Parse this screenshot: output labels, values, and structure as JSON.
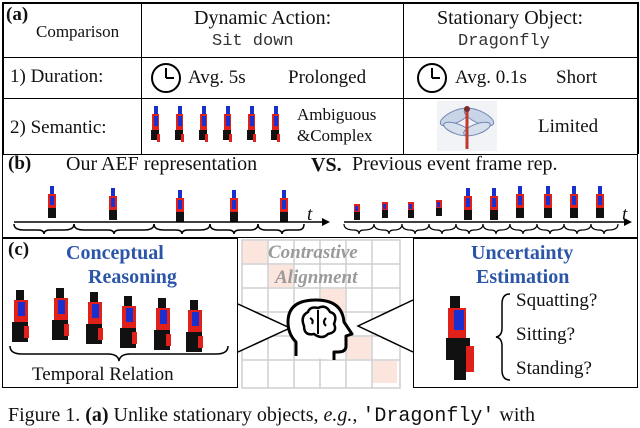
{
  "table": {
    "panel_label": "(a)",
    "header_label": "Comparison",
    "col1_title": "Dynamic Action:",
    "col1_sub": "Sit down",
    "col2_title": "Stationary Object:",
    "col2_sub": "Dragonfly",
    "row1_label": "1) Duration:",
    "row1_col1_time": "Avg. 5s",
    "row1_col1_desc": "Prolonged",
    "row1_col2_time": "Avg. 0.1s",
    "row1_col2_desc": "Short",
    "row2_label": "2) Semantic:",
    "row2_col1_desc_line1": "Ambiguous",
    "row2_col1_desc_line2": "&Complex",
    "row2_col2_desc": "Limited"
  },
  "panel_b": {
    "label": "(b)",
    "left_title": "Our AEF representation",
    "vs": "VS.",
    "right_title": "Previous event frame rep.",
    "axis_label": "t"
  },
  "panel_c": {
    "label": "(c)",
    "left_title_line1": "Conceptual",
    "left_title_line2": "Reasoning",
    "left_caption": "Temporal Relation",
    "center_title_line1": "Contrastive",
    "center_title_line2": "Alignment",
    "right_title_line1": "Uncertainty",
    "right_title_line2": "Estimation",
    "options": [
      "Squatting?",
      "Sitting?",
      "Standing?"
    ]
  },
  "caption": {
    "prefix": "Figure 1.",
    "bold_part": "(a)",
    "text": "Unlike stationary objects,",
    "italic": "e.g.,",
    "mono": "'Dragonfly'",
    "suffix": "with"
  },
  "colors": {
    "accent_blue": "#2b56a8",
    "event_red": "#e0201b",
    "event_blue": "#1a2fd0",
    "grid_highlight": "#fbe5dc"
  },
  "icons": [
    "clock-icon",
    "clock-icon",
    "brain-head-icon",
    "dragonfly-image"
  ]
}
